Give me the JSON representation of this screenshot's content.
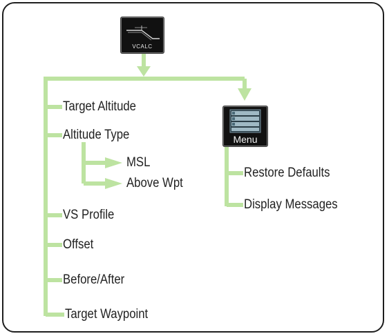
{
  "vcalc_button": {
    "label": "VCALC",
    "icon": "vcalc-profile-icon"
  },
  "menu_button": {
    "label": "Menu",
    "icon": "menu-list-icon"
  },
  "vcalc_items": [
    "Target Altitude",
    "Altitude Type",
    "VS Profile",
    "Offset",
    "Before/After",
    "Target Waypoint"
  ],
  "altitude_type_options": [
    "MSL",
    "Above Wpt"
  ],
  "menu_items": [
    "Restore Defaults",
    "Display Messages"
  ],
  "colors": {
    "connector": "#bde3a1",
    "border": "#1e1e1e",
    "icon_bg": "#111111",
    "text": "#222222"
  }
}
